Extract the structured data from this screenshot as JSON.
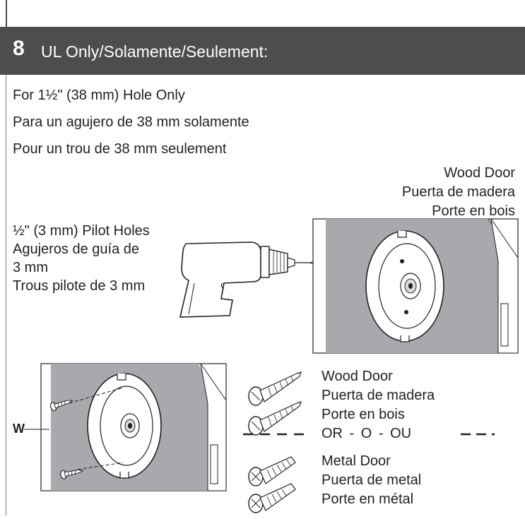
{
  "step": {
    "number": "8",
    "title": "UL Only/Solamente/Seulement:"
  },
  "intro": {
    "line1": "For 1½\" (38 mm) Hole Only",
    "line2": "Para un agujero de 38 mm solamente",
    "line3": "Pour un trou de 38 mm seulement"
  },
  "wood_door_top": {
    "en": "Wood Door",
    "es": "Puerta de madera",
    "fr": "Porte en bois"
  },
  "pilot_holes": {
    "en": "½\" (3 mm) Pilot Holes",
    "es1": "Agujeros de guía de",
    "es2": "3 mm",
    "fr": "Trous pilote de 3 mm"
  },
  "callout_w": "W",
  "screws": {
    "wood": {
      "en": "Wood Door",
      "es": "Puerta de madera",
      "fr": "Porte en bois"
    },
    "or_text": "OR - O - OU",
    "metal": {
      "en": "Metal Door",
      "es": "Puerta de metal",
      "fr": "Porte en métal"
    }
  },
  "colors": {
    "header_bar": "#4d4d4d",
    "door_gray": "#a7a9ac",
    "text": "#231f20"
  },
  "icons": [
    "drill-icon",
    "door-plate-illustration",
    "wood-screw-icon",
    "machine-screw-icon"
  ]
}
